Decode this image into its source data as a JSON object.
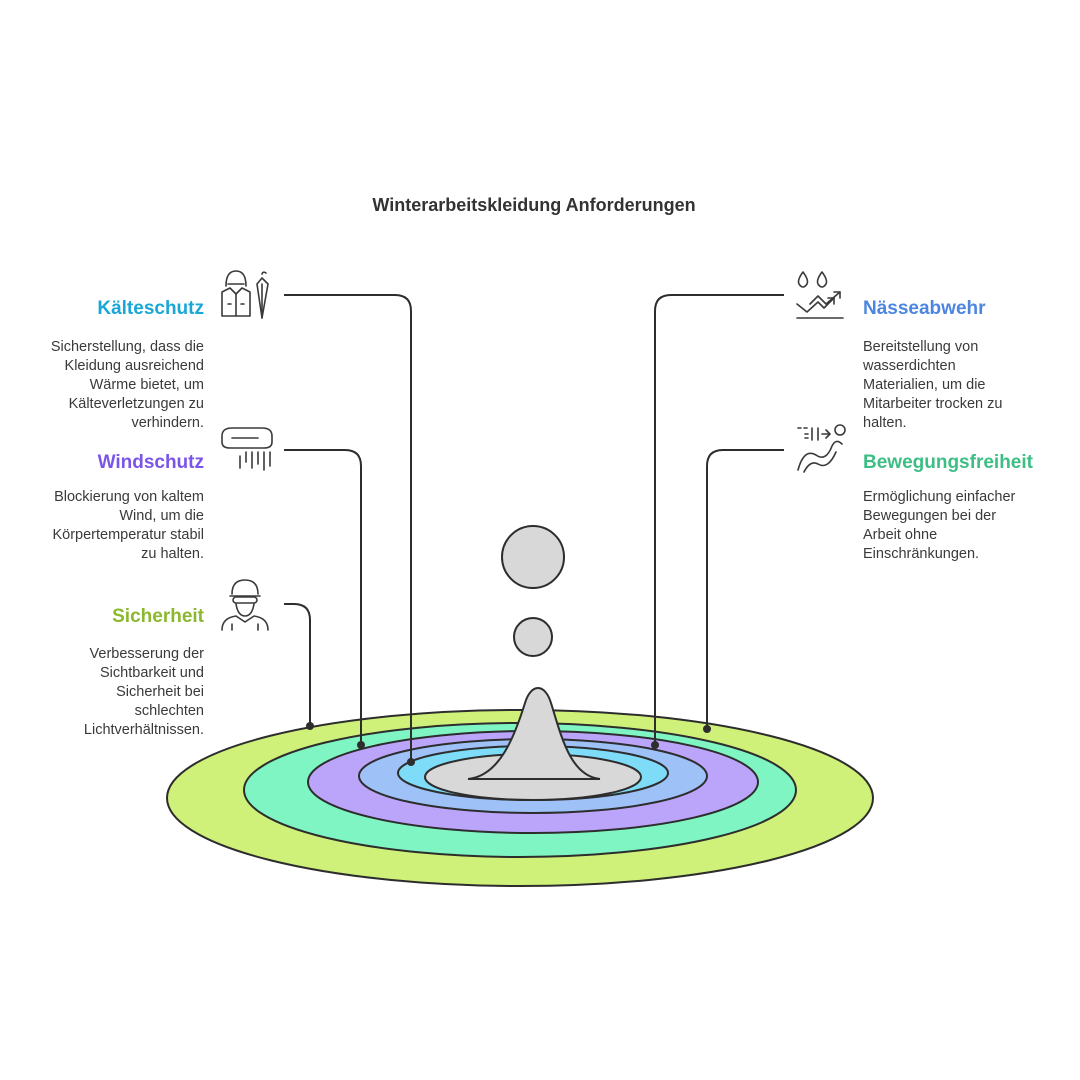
{
  "title": "Winterarbeitskleidung Anforderungen",
  "colors": {
    "ring_outer": "#CFF079",
    "ring_2": "#7EF5C2",
    "ring_3": "#BBA5FA",
    "ring_4": "#9EC1F8",
    "ring_inner": "#7EDCF8",
    "center": "#D8D8D8",
    "line": "#2d2d2d",
    "cold": "#1AA7D6",
    "wind": "#7A55E8",
    "safety": "#8BB82E",
    "wet": "#4D86E0",
    "move": "#3DBE84"
  },
  "items": [
    {
      "id": "cold",
      "heading": "Kälteschutz",
      "icon": "raincoat-umbrella-icon",
      "desc": [
        "Sicherstellung, dass die",
        "Kleidung ausreichend",
        "Wärme bietet, um",
        "Kälteverletzungen zu",
        "verhindern."
      ]
    },
    {
      "id": "wind",
      "heading": "Windschutz",
      "icon": "wind-icon",
      "desc": [
        "Blockierung von kaltem",
        "Wind, um die",
        "Körpertemperatur stabil",
        "zu halten."
      ]
    },
    {
      "id": "safety",
      "heading": "Sicherheit",
      "icon": "worker-goggles-icon",
      "desc": [
        "Verbesserung der",
        "Sichtbarkeit und",
        "Sicherheit bei",
        "schlechten",
        "Lichtverhältnissen."
      ]
    },
    {
      "id": "wet",
      "heading": "Nässeabwehr",
      "icon": "water-drops-icon",
      "desc": [
        "Bereitstellung von",
        "wasserdichten",
        "Materialien, um die",
        "Mitarbeiter trocken zu",
        "halten."
      ]
    },
    {
      "id": "move",
      "heading": "Bewegungsfreiheit",
      "icon": "movement-icon",
      "desc": [
        "Ermöglichung einfacher",
        "Bewegungen bei der",
        "Arbeit ohne",
        "Einschränkungen."
      ]
    }
  ]
}
